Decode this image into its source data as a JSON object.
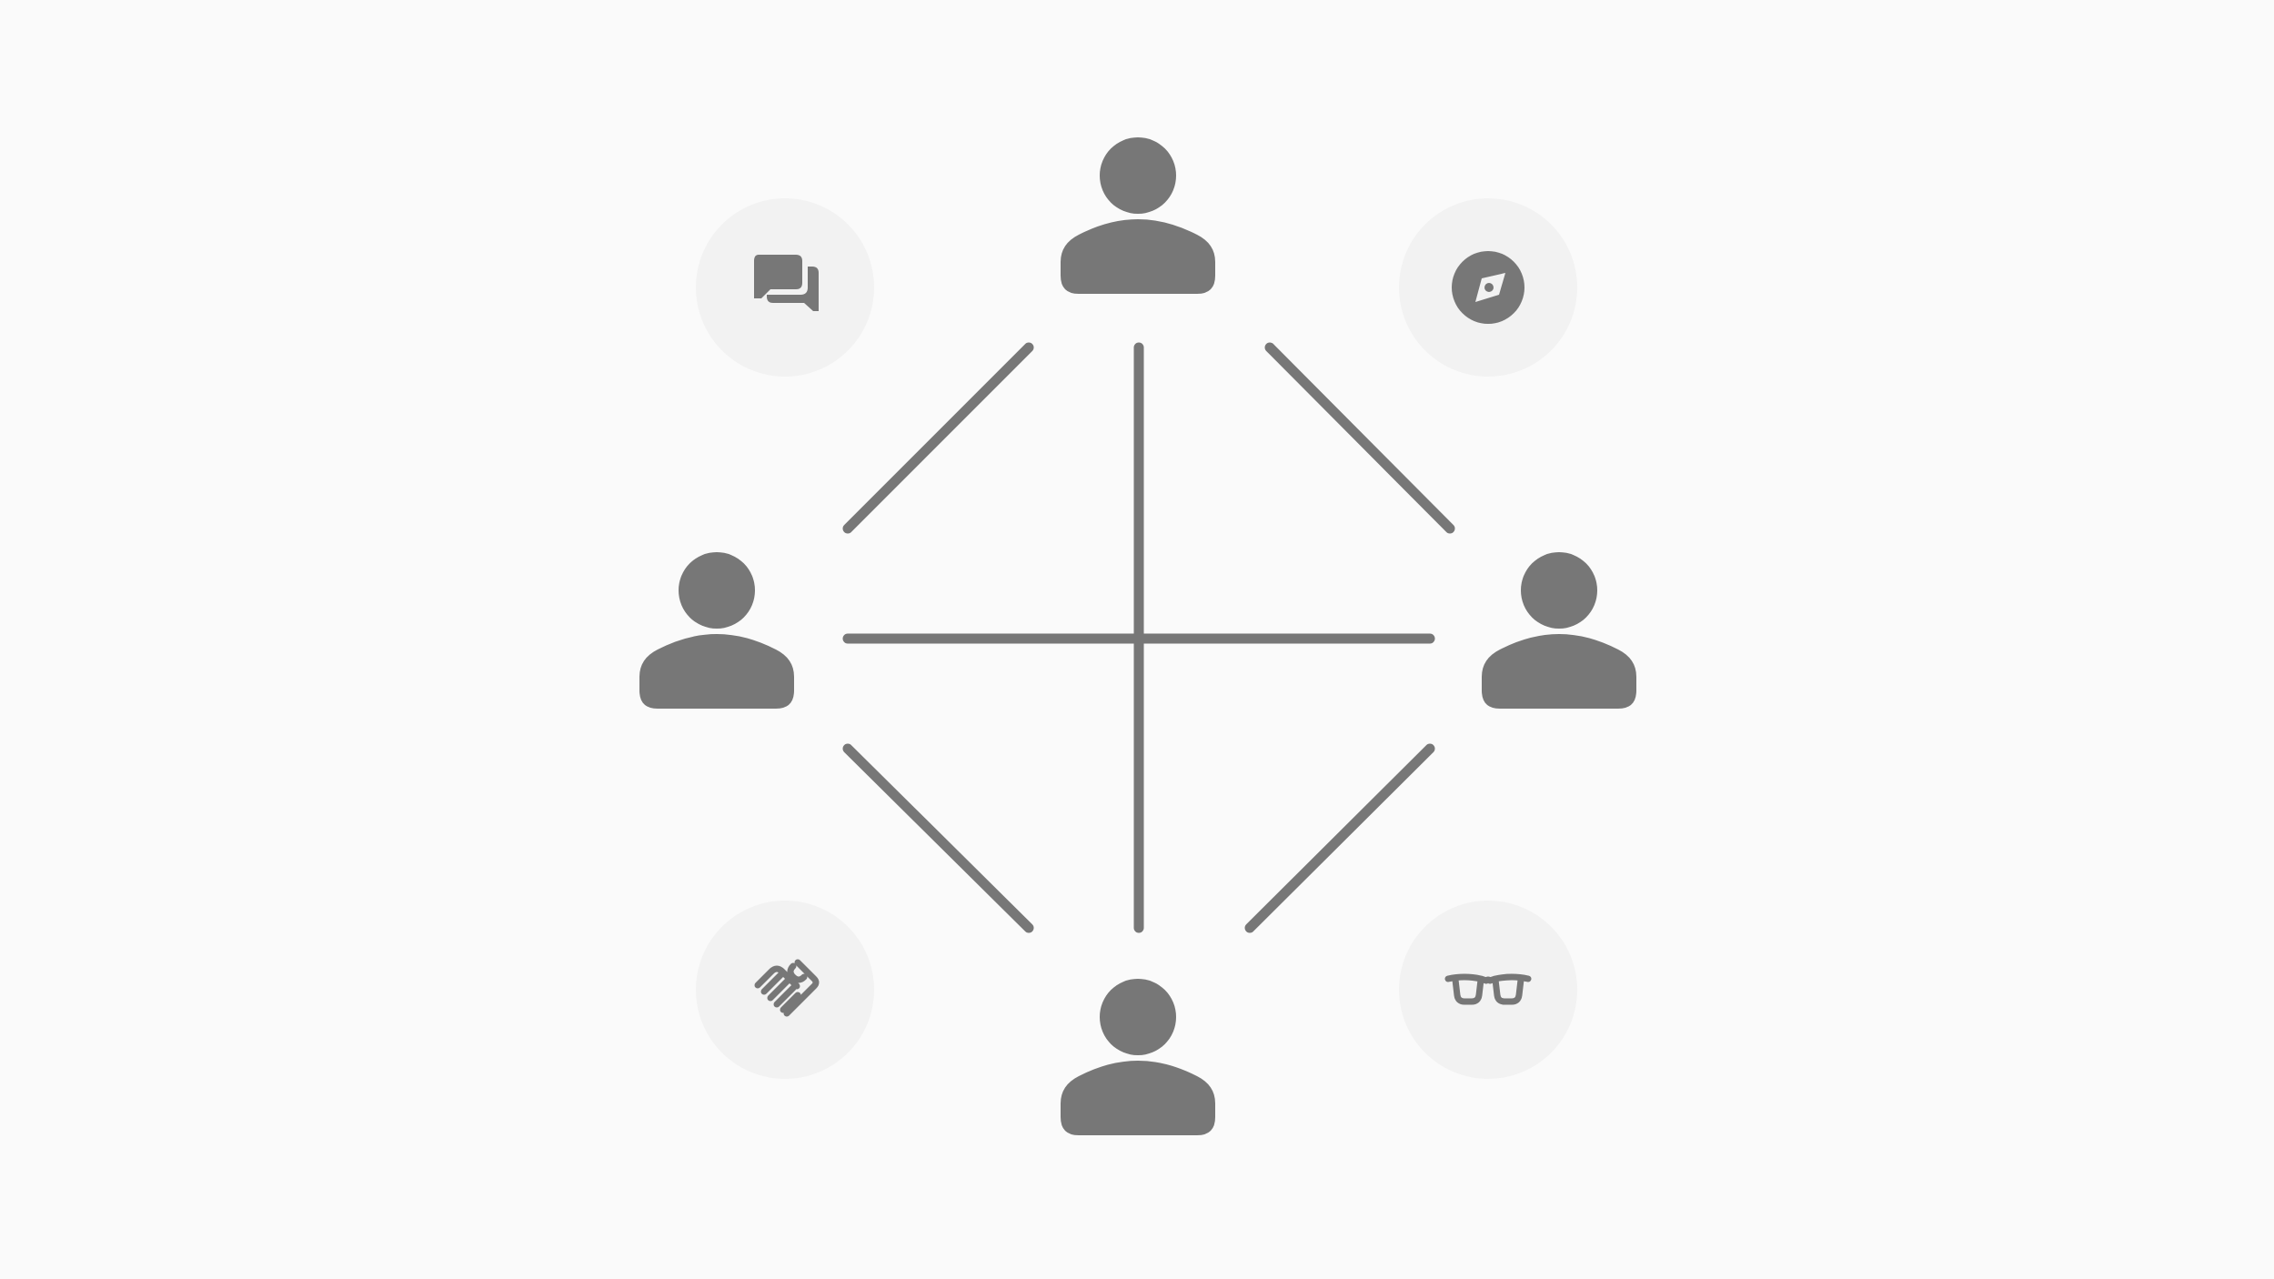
{
  "colors": {
    "background": "#fafafa",
    "icon": "#777777",
    "connector": "#777777",
    "badge_bg": "#f2f2f2"
  },
  "nodes": [
    {
      "id": "top",
      "icon": "person-icon"
    },
    {
      "id": "left",
      "icon": "person-icon"
    },
    {
      "id": "right",
      "icon": "person-icon"
    },
    {
      "id": "bottom",
      "icon": "person-icon"
    }
  ],
  "badges": [
    {
      "id": "top-left",
      "icon": "chat-icon"
    },
    {
      "id": "top-right",
      "icon": "compass-icon"
    },
    {
      "id": "bottom-left",
      "icon": "handshake-icon"
    },
    {
      "id": "bottom-right",
      "icon": "glasses-icon"
    }
  ],
  "connections": [
    [
      "top",
      "left"
    ],
    [
      "top",
      "right"
    ],
    [
      "top",
      "bottom"
    ],
    [
      "left",
      "right"
    ],
    [
      "left",
      "bottom"
    ],
    [
      "right",
      "bottom"
    ]
  ]
}
